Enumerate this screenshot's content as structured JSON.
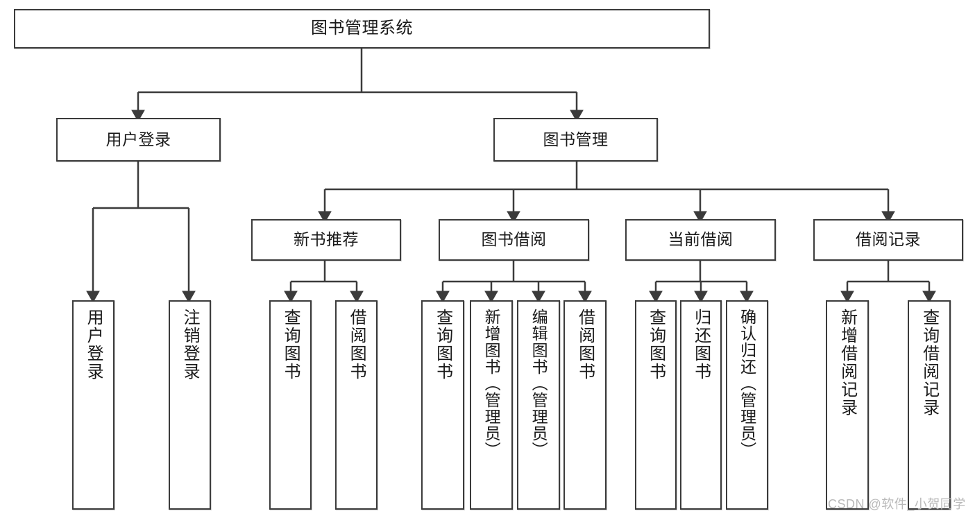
{
  "diagram": {
    "title": "图书管理系统",
    "type": "tree-hierarchy-chart",
    "stroke_color": "#3b3b3b",
    "background_color": "#ffffff",
    "watermark": "CSDN @软件_小贺同学",
    "nodes": {
      "root": {
        "label": "图书管理系统"
      },
      "level2": [
        {
          "id": "user-login",
          "label": "用户登录"
        },
        {
          "id": "book-management",
          "label": "图书管理"
        }
      ],
      "level3": [
        {
          "id": "new-book-recommend",
          "label": "新书推荐"
        },
        {
          "id": "book-borrow",
          "label": "图书借阅"
        },
        {
          "id": "current-borrow",
          "label": "当前借阅"
        },
        {
          "id": "borrow-record",
          "label": "借阅记录"
        }
      ],
      "leaves": {
        "user_login": [
          {
            "id": "leaf-user-login",
            "label": "用户登录"
          },
          {
            "id": "leaf-user-logout",
            "label": "注销登录"
          }
        ],
        "new_book_recommend": [
          {
            "id": "leaf-query-book-1",
            "label": "查询图书"
          },
          {
            "id": "leaf-borrow-book-1",
            "label": "借阅图书"
          }
        ],
        "book_borrow": [
          {
            "id": "leaf-query-book-2",
            "label": "查询图书"
          },
          {
            "id": "leaf-add-book",
            "label": "新增图书（管理员）"
          },
          {
            "id": "leaf-edit-book",
            "label": "编辑图书（管理员）"
          },
          {
            "id": "leaf-borrow-book-2",
            "label": "借阅图书"
          }
        ],
        "current_borrow": [
          {
            "id": "leaf-query-book-3",
            "label": "查询图书"
          },
          {
            "id": "leaf-return-book",
            "label": "归还图书"
          },
          {
            "id": "leaf-confirm-return",
            "label": "确认归还（管理员）"
          }
        ],
        "borrow_record": [
          {
            "id": "leaf-add-record",
            "label": "新增借阅记录"
          },
          {
            "id": "leaf-query-record",
            "label": "查询借阅记录"
          }
        ]
      }
    }
  }
}
